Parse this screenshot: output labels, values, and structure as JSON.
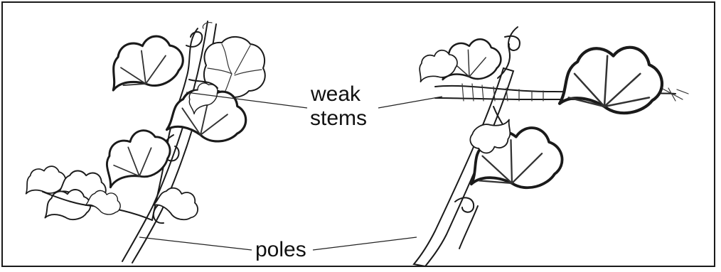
{
  "labels": {
    "weak_line1": "weak",
    "weak_line2": "stems",
    "poles": "poles"
  },
  "colors": {
    "ink": "#1a1a1a",
    "background": "#ffffff"
  }
}
